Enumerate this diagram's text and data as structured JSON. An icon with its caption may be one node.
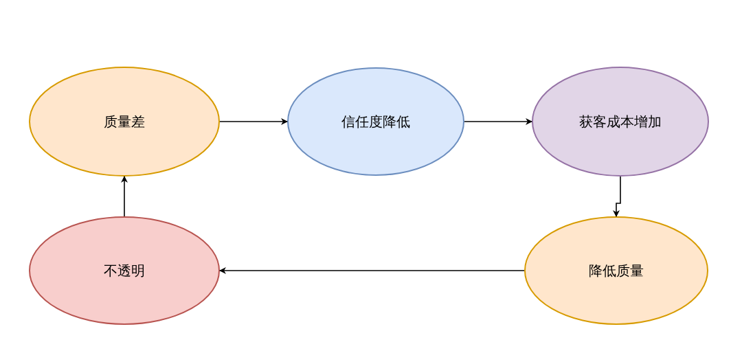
{
  "diagram": {
    "nodes": [
      {
        "text": [
          "质量差"
        ]
      },
      {
        "text": [
          "信任度降低"
        ]
      },
      {
        "text": [
          "获客成本增加"
        ]
      },
      {
        "text": [
          "降低质量"
        ]
      },
      {
        "text": [
          "不透明"
        ]
      }
    ],
    "edges": [
      {
        "from": 0,
        "to": 1,
        "arrow": "to"
      },
      {
        "from": 1,
        "to": 2,
        "arrow": "to"
      },
      {
        "from": 2,
        "to": 3,
        "arrow": "to"
      },
      {
        "from": 3,
        "to": 4,
        "arrow": "to"
      },
      {
        "from": 4,
        "to": 0,
        "arrow": "to"
      }
    ]
  }
}
